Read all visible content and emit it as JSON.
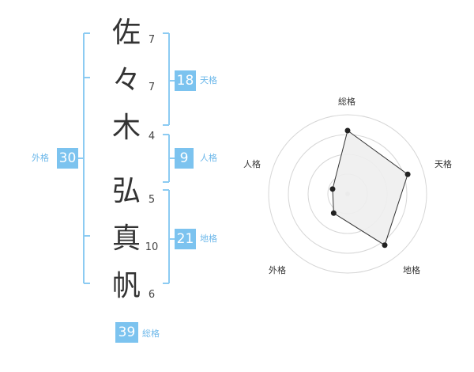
{
  "name": {
    "chars": [
      {
        "char": "佐",
        "strokes": "7"
      },
      {
        "char": "々",
        "strokes": "7"
      },
      {
        "char": "木",
        "strokes": "4"
      },
      {
        "char": "弘",
        "strokes": "5"
      },
      {
        "char": "真",
        "strokes": "10"
      },
      {
        "char": "帆",
        "strokes": "6"
      }
    ]
  },
  "fortune": {
    "ten": {
      "value": "18",
      "label": "天格"
    },
    "jin": {
      "value": "9",
      "label": "人格"
    },
    "chi": {
      "value": "21",
      "label": "地格"
    },
    "gai": {
      "value": "30",
      "label": "外格"
    },
    "sou": {
      "value": "39",
      "label": "総格"
    }
  },
  "colors": {
    "accent": "#7cc3ef",
    "bracket": "#8ccbf2",
    "text": "#333333",
    "radar_fill": "#eeeeee",
    "radar_line": "#333333"
  },
  "chart_data": {
    "type": "radar",
    "axes": [
      "総格",
      "天格",
      "地格",
      "外格",
      "人格"
    ],
    "values": [
      4,
      4,
      4,
      1.5,
      1
    ],
    "max": 5,
    "rings": 4
  }
}
